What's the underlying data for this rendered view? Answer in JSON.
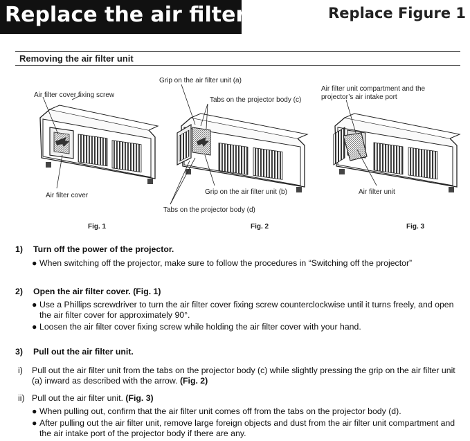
{
  "header": {
    "banner_title": "Replace the air filter",
    "figure_title": "Replace Figure 1"
  },
  "section": {
    "title": "Removing the air filter unit"
  },
  "figures": {
    "fig1": {
      "caption": "Fig. 1",
      "label_screw": "Air filter cover fixing screw",
      "label_cover": "Air filter cover"
    },
    "fig2": {
      "caption": "Fig. 2",
      "label_grip_a": "Grip on the air filter unit (a)",
      "label_tabs_c": "Tabs on the projector body (c)",
      "label_grip_b": "Grip on the air filter unit (b)",
      "label_tabs_d": "Tabs on the projector body (d)"
    },
    "fig3": {
      "caption": "Fig. 3",
      "label_compartment_line1": "Air filter unit compartment and the",
      "label_compartment_line2": "projector’s air intake port",
      "label_unit": "Air filter unit"
    }
  },
  "steps": [
    {
      "num": "1)",
      "title": "Turn off the power of the projector.",
      "bullets": [
        "When switching off the projector, make sure to follow the procedures in “Switching off the projector”"
      ]
    },
    {
      "num": "2)",
      "title": "Open the air filter cover. (Fig. 1)",
      "bullets": [
        "Use a Phillips screwdriver to turn the air filter cover fixing screw counterclockwise until it turns freely, and open the air filter cover for approximately 90°.",
        "Loosen the air filter cover fixing screw while holding the air filter cover with your hand."
      ]
    },
    {
      "num": "3)",
      "title": "Pull out the air filter unit.",
      "substeps": [
        {
          "num": "i)",
          "text": "Pull out the air filter unit from the tabs on the projector body (c) while slightly pressing the grip on the air filter unit (a) inward as described with the arrow.",
          "ref": "(Fig. 2)"
        },
        {
          "num": "ii)",
          "text": "Pull out the air filter unit.",
          "ref": "(Fig. 3)",
          "bullets": [
            "When pulling out, confirm that the air filter unit comes off from the tabs on the projector body (d).",
            "After pulling out the air filter unit, remove large foreign objects and dust from the air filter unit compartment and the air intake port of the projector body if there are any."
          ]
        }
      ]
    }
  ],
  "bullet_glyph": "●"
}
